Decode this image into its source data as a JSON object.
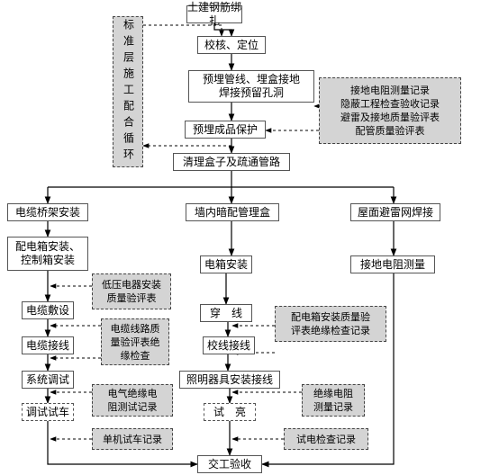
{
  "diagram": {
    "nodes": {
      "start": "土建钢筋绑扎",
      "check": "校核、定位",
      "embed": "预埋管线、埋盒接地\n焊接预留孔洞",
      "protect": "预埋成品保护",
      "clean": "清理盒子及疏通管路",
      "tray": "电缆桥架安装",
      "wall": "墙内暗配管理盒",
      "roof": "屋面避雷网焊接",
      "box_install": "配电箱安装、\n控制箱安装",
      "elec_box": "电箱安装",
      "ground_meas": "接地电阻测量",
      "cable_lay": "电缆敷设",
      "threading": "穿　线",
      "cable_conn": "电缆接线",
      "wire_conn": "校线接线",
      "sys_debug": "系统调试",
      "lighting": "照明器具安装接线",
      "test_run": "调试试车",
      "test_light": "试　亮",
      "accept": "交工验收"
    },
    "notes": {
      "cycle": "标准层施工配合循环",
      "records_top": "接地电阻测量记录\n隐蔽工程检查验收记录\n避雷及接地质量验评表\n配管质量验评表",
      "low_voltage": "低压电器安装\n质量验评表",
      "cable_eval": "电缆线路质\n量验评表绝\n缘检查",
      "box_eval": "配电箱安装质量验\n评表绝缘检查记录",
      "insulation": "电气绝缘电\n阻测试记录",
      "insul_res": "绝缘电阻\n测量记录",
      "single_run": "单机试车记录",
      "power_test": "试电检查记录"
    }
  }
}
